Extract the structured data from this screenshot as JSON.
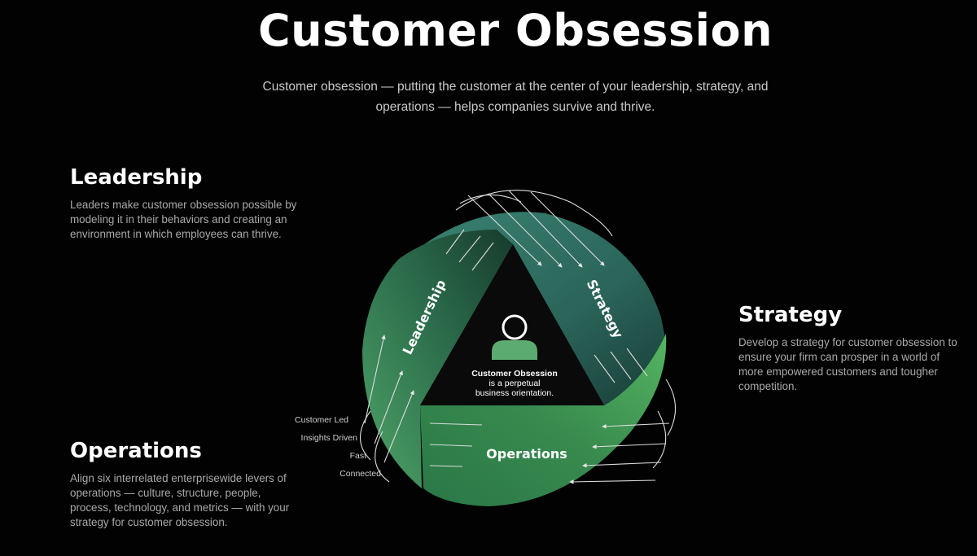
{
  "title": "Customer Obsession",
  "intro": "Customer obsession — putting the customer at the center of your leadership, strategy, and operations — helps companies survive and thrive.",
  "sections": {
    "leadership": {
      "heading": "Leadership",
      "text": "Leaders make customer obsession possible by modeling it in their behaviors and creating an environment in which employees can thrive."
    },
    "strategy": {
      "heading": "Strategy",
      "text": "Develop a strategy for customer obsession to ensure your firm can prosper in a world of more empowered customers and tougher competition."
    },
    "operations": {
      "heading": "Operations",
      "text": "Align six interrelated enterprisewide levers of operations — culture, structure, people, process, technology, and metrics — with your strategy for customer obsession."
    }
  },
  "diagram": {
    "band_labels": {
      "leadership": "Leadership",
      "strategy": "Strategy",
      "operations": "Operations"
    },
    "center": {
      "title": "Customer Obsession",
      "line1": "is a perpetual",
      "line2": "business orientation."
    },
    "side_labels": [
      "Customer Led",
      "Insights Driven",
      "Fast",
      "Connected"
    ],
    "colors": {
      "leadership_band": "#2f7a54",
      "strategy_band": "#2e6a60",
      "operations_band": "#3f9a55",
      "person_icon": "#5cab70"
    },
    "icon": "person-icon"
  }
}
